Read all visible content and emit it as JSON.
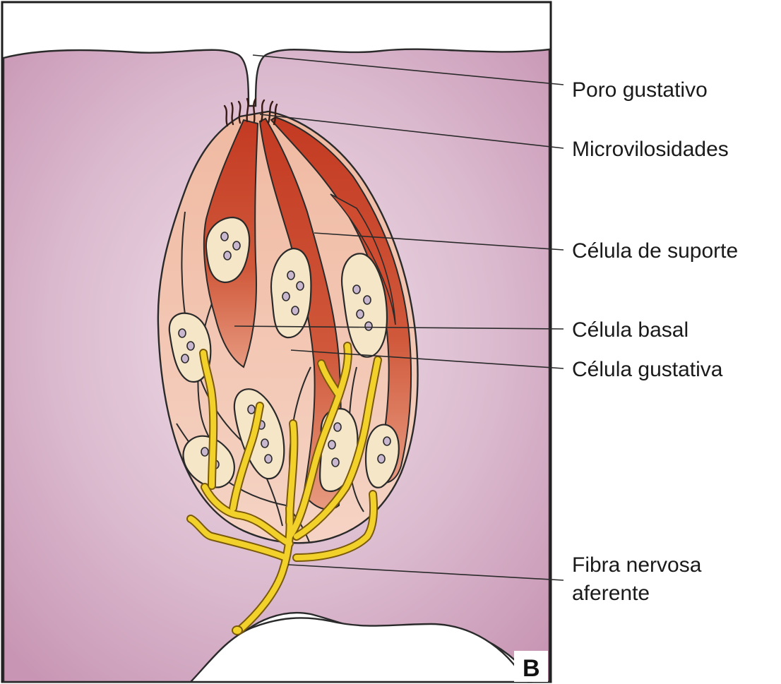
{
  "panel_letter": "B",
  "labels": {
    "taste_pore": "Poro gustativo",
    "microvilli": "Microvilosidades",
    "supporting_cell": "Célula de suporte",
    "gustatory_cell": "Célula gustativa",
    "basal_cell": "Célula basal",
    "afferent_fiber_line1": "Fibra nervosa",
    "afferent_fiber_line2": "aferente"
  },
  "colors": {
    "epithelium": "#d9b4c6",
    "epithelium_light": "#e8d3df",
    "supporting_cell": "#c9442a",
    "taste_bud": "#f1c0aa",
    "nucleus": "#f6e6c8",
    "nucleolus": "#c9b6cf",
    "nerve": "#f2d22a",
    "nerve_outline": "#8a6a10"
  }
}
